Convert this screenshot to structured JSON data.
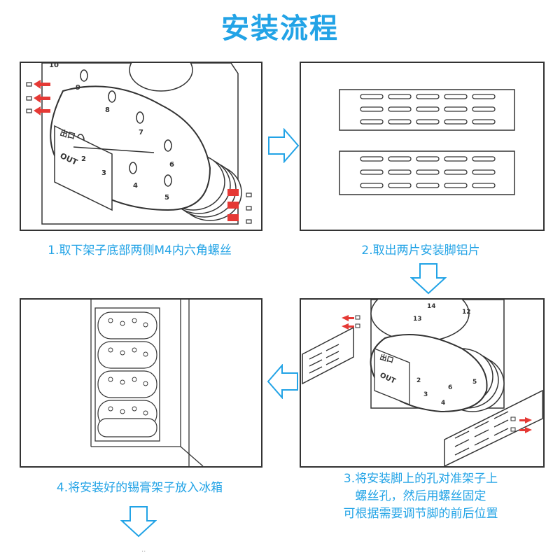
{
  "title": "安装流程",
  "steps": [
    {
      "caption": "1.取下架子底部两侧M4内六角螺丝",
      "labels": {
        "exit": "出口",
        "out": "OUT",
        "nums": [
          "10",
          "9",
          "8",
          "7",
          "6",
          "5",
          "4",
          "3",
          "2"
        ]
      }
    },
    {
      "caption": "2.取出两片安装脚铝片"
    },
    {
      "caption_lines": [
        "3.将安装脚上的孔对准架子上",
        "螺丝孔，然后用螺丝固定",
        "可根据需要调节脚的前后位置"
      ],
      "labels": {
        "exit": "出口",
        "out": "OUT",
        "nums": [
          "14",
          "13",
          "12",
          "2",
          "3",
          "4",
          "5",
          "6"
        ]
      }
    },
    {
      "caption": "4.将安装好的锡膏架子放入冰箱"
    }
  ],
  "colors": {
    "accent": "#22a3e6",
    "arrow_red": "#e53935",
    "line": "#333333"
  },
  "icons": [
    "arrow-right-icon",
    "arrow-down-icon",
    "arrow-left-icon"
  ],
  "footer_mark": "··"
}
